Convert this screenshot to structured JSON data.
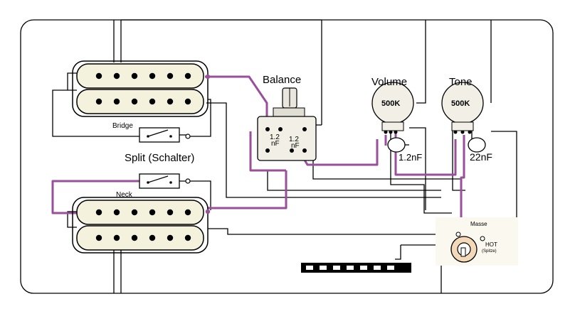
{
  "labels": {
    "balance": "Balance",
    "volume": "Volume",
    "tone": "Tone",
    "bridge": "Bridge",
    "neck": "Neck",
    "split": "Split (Schalter)",
    "volume_value": "500K",
    "tone_value": "500K",
    "volume_cap": "1.2nF",
    "tone_cap": "22nF",
    "balance_cap_left_a": "1.2",
    "balance_cap_left_b": "nF",
    "balance_cap_right_a": "1.2",
    "balance_cap_right_b": "nF",
    "masse": "Masse",
    "hot": "HOT",
    "spitze": "(Spitze)"
  },
  "colors": {
    "wire": "#000000",
    "hot_wire": "#9a4f9a",
    "pickup_body": "#f4f1dc",
    "pot_body": "#f2f0e6"
  }
}
